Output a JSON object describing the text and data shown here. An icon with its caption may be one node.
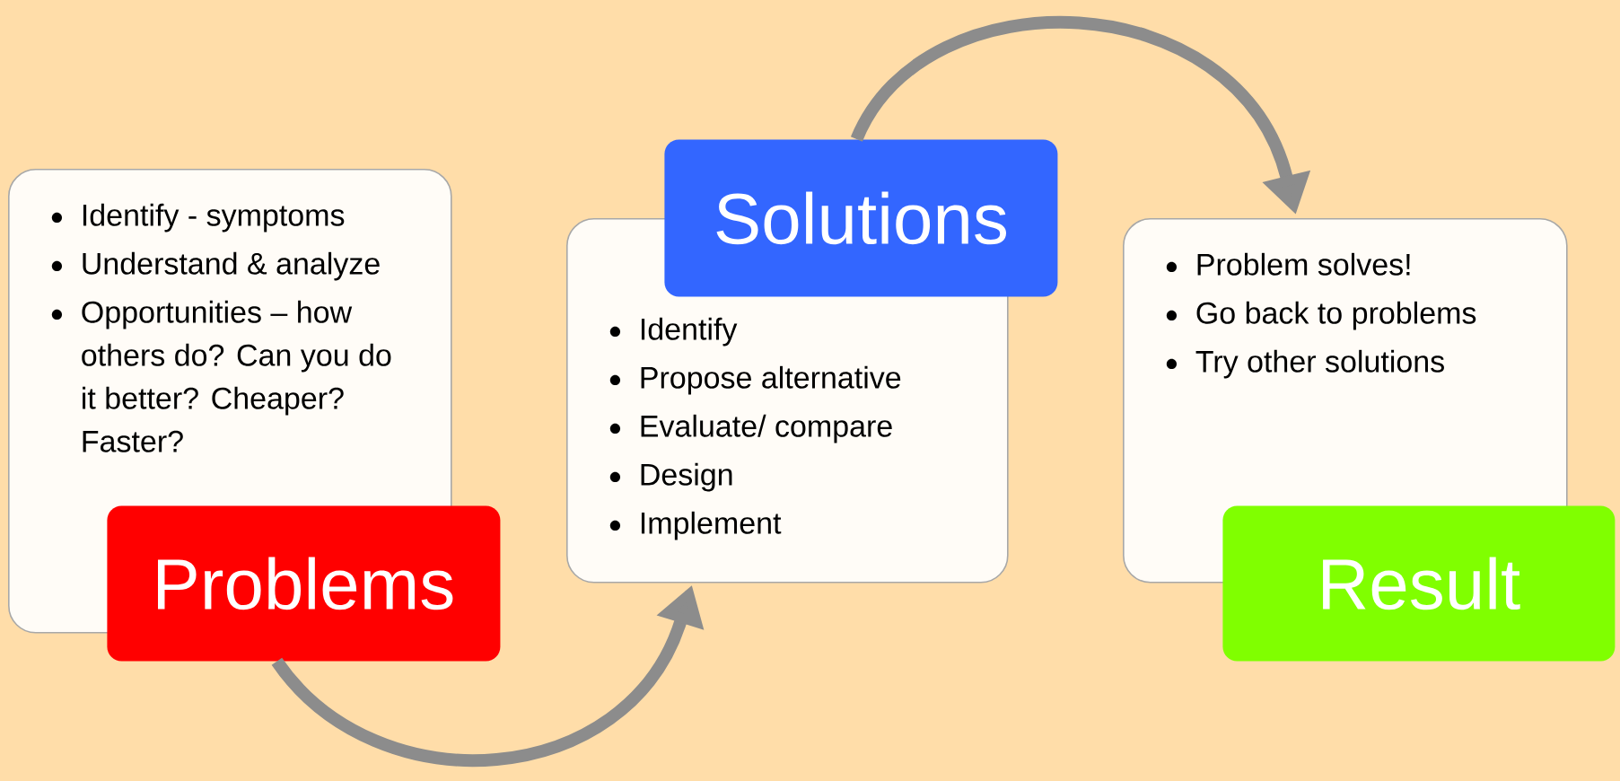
{
  "diagram": {
    "nodes": [
      {
        "text": [
          "Identify - symptoms",
          "Understand & analyze",
          "Opportunities – how others do? Can you do it better? Cheaper? Faster?"
        ]
      },
      {
        "text": [
          "Problems"
        ]
      },
      {
        "text": [
          "Identify",
          "Propose alternative",
          "Evaluate/ compare",
          "Design",
          "Implement"
        ]
      },
      {
        "text": [
          "Solutions"
        ]
      },
      {
        "text": [
          "Problem solves!",
          "Go back to problems",
          "Try other solutions"
        ]
      },
      {
        "text": [
          "Result"
        ]
      }
    ],
    "edges": [
      {
        "from": 1,
        "to": 2,
        "arrow": "to"
      },
      {
        "from": 3,
        "to": 4,
        "arrow": "to"
      }
    ]
  }
}
